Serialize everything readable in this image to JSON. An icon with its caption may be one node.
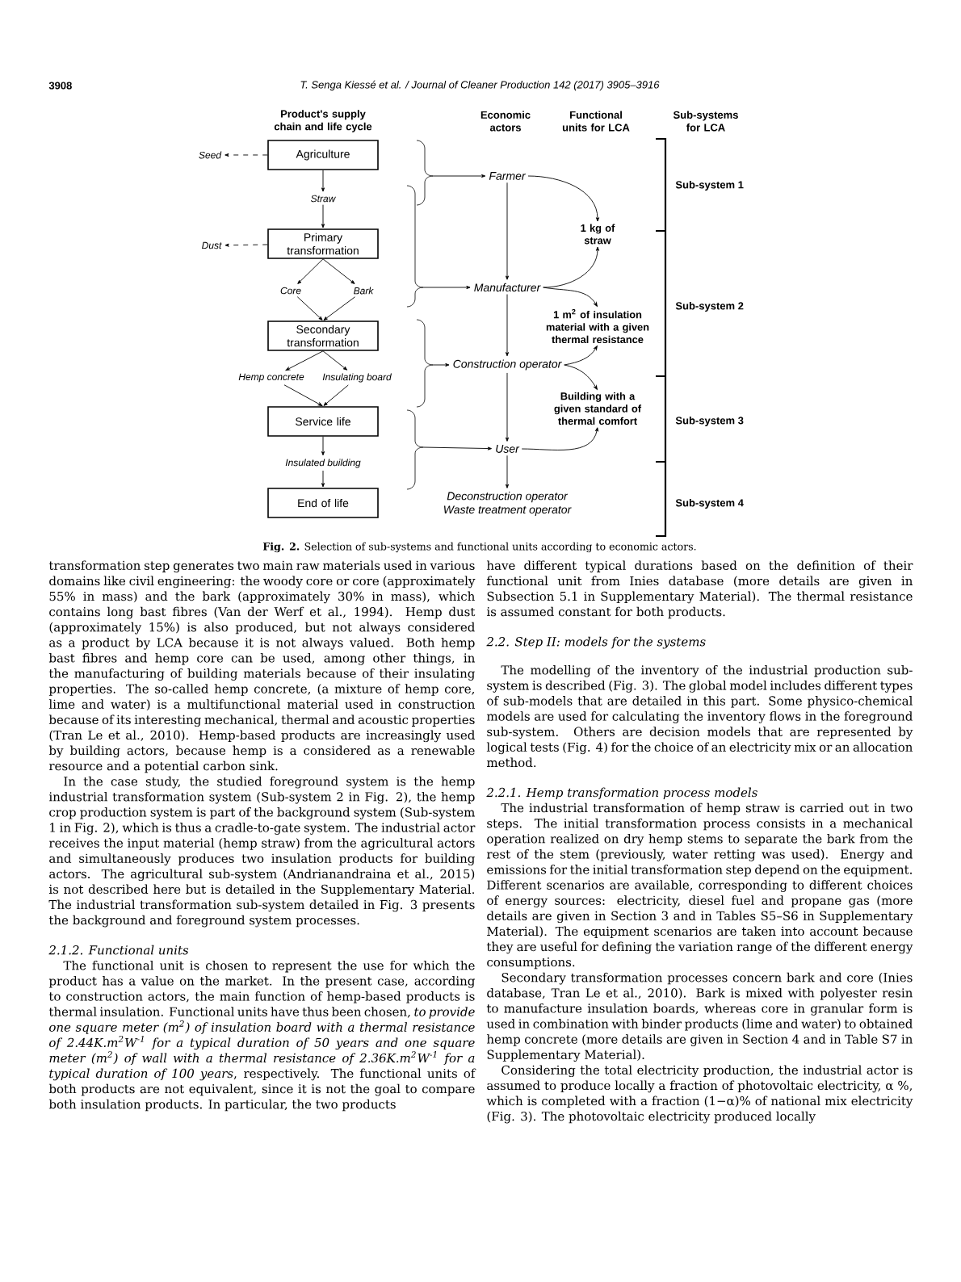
{
  "diagram": {
    "caption": "**Fig. 2.** Selection of sub-systems and functional units according to economic actors.",
    "nodes": [
      {
        "text": [
          "Agriculture"
        ]
      },
      {
        "text": [
          "Seed"
        ]
      },
      {
        "text": [
          "Straw"
        ]
      },
      {
        "text": [
          "Primary transformation"
        ]
      },
      {
        "text": [
          "Dust"
        ]
      },
      {
        "text": [
          "Core"
        ]
      },
      {
        "text": [
          "Bark"
        ]
      },
      {
        "text": [
          "Secondary transformation"
        ]
      },
      {
        "text": [
          "Hemp concrete"
        ]
      },
      {
        "text": [
          "Insulating board"
        ]
      },
      {
        "text": [
          "Service life"
        ]
      },
      {
        "text": [
          "Insulated building"
        ]
      },
      {
        "text": [
          "End of life"
        ]
      },
      {
        "text": [
          "Farmer"
        ]
      },
      {
        "text": [
          "Manufacturer"
        ]
      },
      {
        "text": [
          "Construction operator"
        ]
      },
      {
        "text": [
          "User"
        ]
      },
      {
        "text": [
          "Deconstruction operator",
          "Waste treatment operator"
        ]
      },
      {
        "text": [
          "1 kg of straw"
        ]
      },
      {
        "text": [
          "1 m$^{2}$ of insulation material with a given thermal resistance"
        ]
      },
      {
        "text": [
          "Building with a given standard of thermal comfort"
        ]
      }
    ],
    "edges": [
      {
        "from": 0,
        "to": 1,
        "arrow": "to",
        "style": "dashed"
      },
      {
        "from": 0,
        "to": 2,
        "arrow": "to"
      },
      {
        "from": 2,
        "to": 3,
        "arrow": "to"
      },
      {
        "from": 3,
        "to": 4,
        "arrow": "to",
        "style": "dashed"
      },
      {
        "from": 3,
        "to": 5,
        "arrow": "to"
      },
      {
        "from": 3,
        "to": 6,
        "arrow": "to"
      },
      {
        "from": 5,
        "to": 7,
        "arrow": "to"
      },
      {
        "from": 6,
        "to": 7,
        "arrow": "to"
      },
      {
        "from": 7,
        "to": 8,
        "arrow": "to"
      },
      {
        "from": 7,
        "to": 9,
        "arrow": "to"
      },
      {
        "from": 8,
        "to": 10,
        "arrow": "to"
      },
      {
        "from": 9,
        "to": 10,
        "arrow": "to"
      },
      {
        "from": 10,
        "to": 11,
        "arrow": "to"
      },
      {
        "from": 11,
        "to": 12,
        "arrow": "to"
      },
      {
        "from": 13,
        "to": 14,
        "arrow": "to"
      },
      {
        "from": 14,
        "to": 15,
        "arrow": "to"
      },
      {
        "from": 15,
        "to": 16,
        "arrow": "to"
      },
      {
        "from": 16,
        "to": 17,
        "arrow": "to"
      },
      {
        "from": 13,
        "to": 18,
        "arrow": "to"
      },
      {
        "from": 14,
        "to": 18,
        "arrow": "to"
      },
      {
        "from": 14,
        "to": 19,
        "arrow": "to"
      },
      {
        "from": 15,
        "to": 19,
        "arrow": "to"
      },
      {
        "from": 15,
        "to": 20,
        "arrow": "to"
      },
      {
        "from": 16,
        "to": 20,
        "arrow": "to"
      },
      {
        "from": null,
        "to": 13,
        "arrow": "to"
      },
      {
        "from": null,
        "to": 14,
        "arrow": "to"
      },
      {
        "from": null,
        "to": 15,
        "arrow": "to"
      },
      {
        "from": null,
        "to": 16,
        "arrow": "to"
      }
    ],
    "labels": [
      "3908",
      "T. Senga Kiessé et al. / Journal of Cleaner Production 142 (2017) 3905–3916",
      "Product's supply chain and life cycle",
      "Economic actors",
      "Functional units for LCA",
      "Sub-systems for LCA",
      "Sub-system 1",
      "Sub-system 2",
      "Sub-system 3",
      "Sub-system 4",
      "transformation step generates two main raw materials used in various domains like civil engineering: the woody core or core (approximately 55% in mass) and the bark (approximately 30% in mass), which contains long bast fibres (Van der Werf et al., 1994). Hemp dust (approximately 15%) is also produced, but not always considered as a product by LCA because it is not always valued. Both hemp bast fibres and hemp core can be used, among other things, in the manufacturing of building materials because of their insulating properties. The so-called hemp concrete, (a mixture of hemp core, lime and water) is a multifunctional material used in construction because of its interesting mechanical, thermal and acoustic properties (Tran Le et al., 2010). Hemp-based products are increasingly used by building actors, because hemp is a considered as a renewable resource and a potential carbon sink.",
      "In the case study, the studied foreground system is the hemp industrial transformation system (Sub-system 2 in Fig. 2), the hemp crop production system is part of the background system (Sub-system 1 in Fig. 2), which is thus a cradle-to-gate system. The industrial actor receives the input material (hemp straw) from the agricultural actors and simultaneously produces two insulation products for building actors. The agricultural sub-system (Andrianandraina et al., 2015) is not described here but is detailed in the Supplementary Material. The industrial transformation sub-system detailed in Fig. 3 presents the background and foreground system processes.",
      "2.1.2. Functional units",
      "The functional unit is chosen to represent the use for which the product has a value on the market. In the present case, according to construction actors, the main function of hemp-based products is thermal insulation. Functional units have thus been chosen, *to provide one square meter (m$^{2}$) of insulation board with a thermal resistance of 2.44K.m$^{2}$W$^{-1}$ for a typical duration of 50 years and one square meter (m$^{2}$) of wall with a thermal resistance of 2.36K.m$^{2}$W$^{-1}$ for a typical duration of 100 years*, respectively. The functional units of both products are not equivalent, since it is not the goal to compare both insulation products. In particular, the two products",
      "have different typical durations based on the definition of their functional unit from Inies database (more details are given in Subsection 5.1 in Supplementary Material). The thermal resistance is assumed constant for both products.",
      "2.2. Step II: models for the systems",
      "The modelling of the inventory of the industrial production sub-system is described (Fig. 3). The global model includes different types of sub-models that are detailed in this part. Some physico-chemical models are used for calculating the inventory flows in the foreground sub-system. Others are decision models that are represented by logical tests (Fig. 4) for the choice of an electricity mix or an allocation method.",
      "2.2.1. Hemp transformation process models",
      "The industrial transformation of hemp straw is carried out in two steps. The initial transformation process consists in a mechanical operation realized on dry hemp stems to separate the bark from the rest of the stem (previously, water retting was used). Energy and emissions for the initial transformation step depend on the equipment. Different scenarios are available, corresponding to different choices of energy sources: electricity, diesel fuel and propane gas (more details are given in Section 3 and in Tables S5–S6 in Supplementary Material). The equipment scenarios are taken into account because they are useful for defining the variation range of the different energy consumptions.",
      "Secondary transformation processes concern bark and core (Inies database, Tran Le et al., 2010). Bark is mixed with polyester resin to manufacture insulation boards, whereas core in granular form is used in combination with binder products (lime and water) to obtained hemp concrete (more details are given in Section 4 and in Table S7 in Supplementary Material).",
      "Considering the total electricity production, the industrial actor is assumed to produce locally a fraction of photovoltaic electricity, α %, which is completed with a fraction (1−α)% of national mix electricity (Fig. 3). The photovoltaic electricity produced locally"
    ]
  }
}
